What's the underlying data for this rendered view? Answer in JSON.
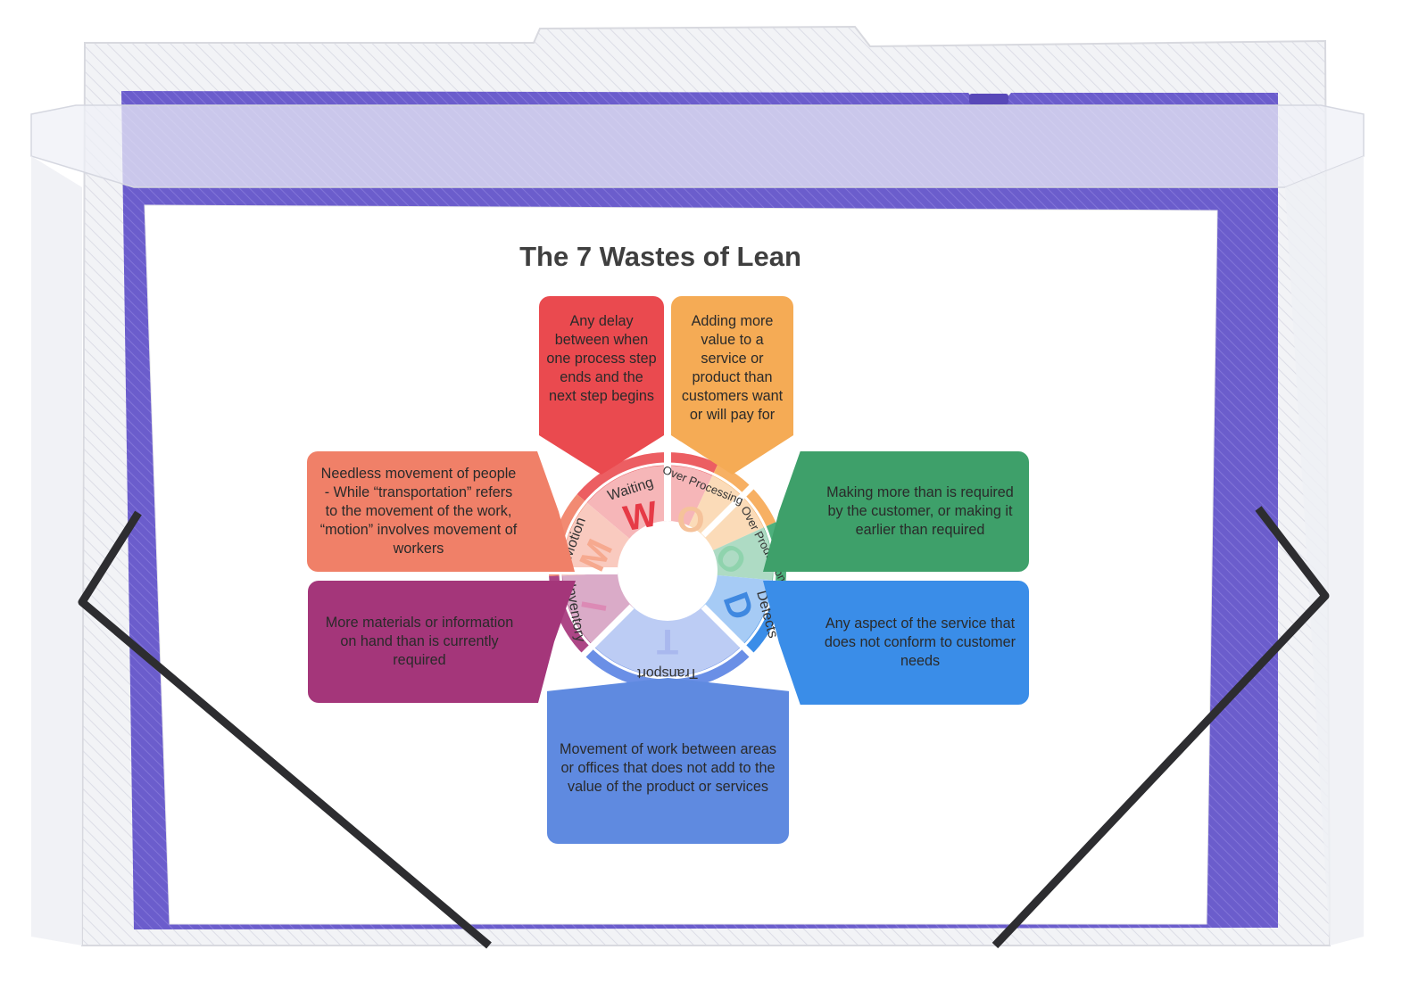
{
  "title": "The 7 Wastes of Lean",
  "wastes": [
    {
      "name": "Waiting",
      "letter": "W",
      "description": "Any delay between when one process step ends and the next step begins"
    },
    {
      "name": "Over Processing",
      "letter": "O",
      "description": "Adding more value to a service or product than customers want or will pay for"
    },
    {
      "name": "Over Production",
      "letter": "O",
      "description": "Making more than is required by the customer, or making it earlier than required"
    },
    {
      "name": "Defects",
      "letter": "D",
      "description": "Any aspect of the service that does not conform to customer needs"
    },
    {
      "name": "Transport",
      "letter": "T",
      "description": "Movement of work between areas or offices that does not add to the value of the product or services"
    },
    {
      "name": "Inventory",
      "letter": "I",
      "description": "More materials or information on hand than is currently required"
    },
    {
      "name": "Motion",
      "letter": "M",
      "description": "Needless movement of people - While “transportation” refers to the movement of the work, “motion” involves movement of workers"
    }
  ],
  "colors": {
    "waiting": "#ea4a4f",
    "over_processing": "#f5a74b",
    "over_production": "#3ea06a",
    "defects": "#3a8de8",
    "transport": "#5f8ae0",
    "inventory": "#a4367a",
    "motion": "#f08068",
    "folder_purple": "#6a5ccb"
  }
}
